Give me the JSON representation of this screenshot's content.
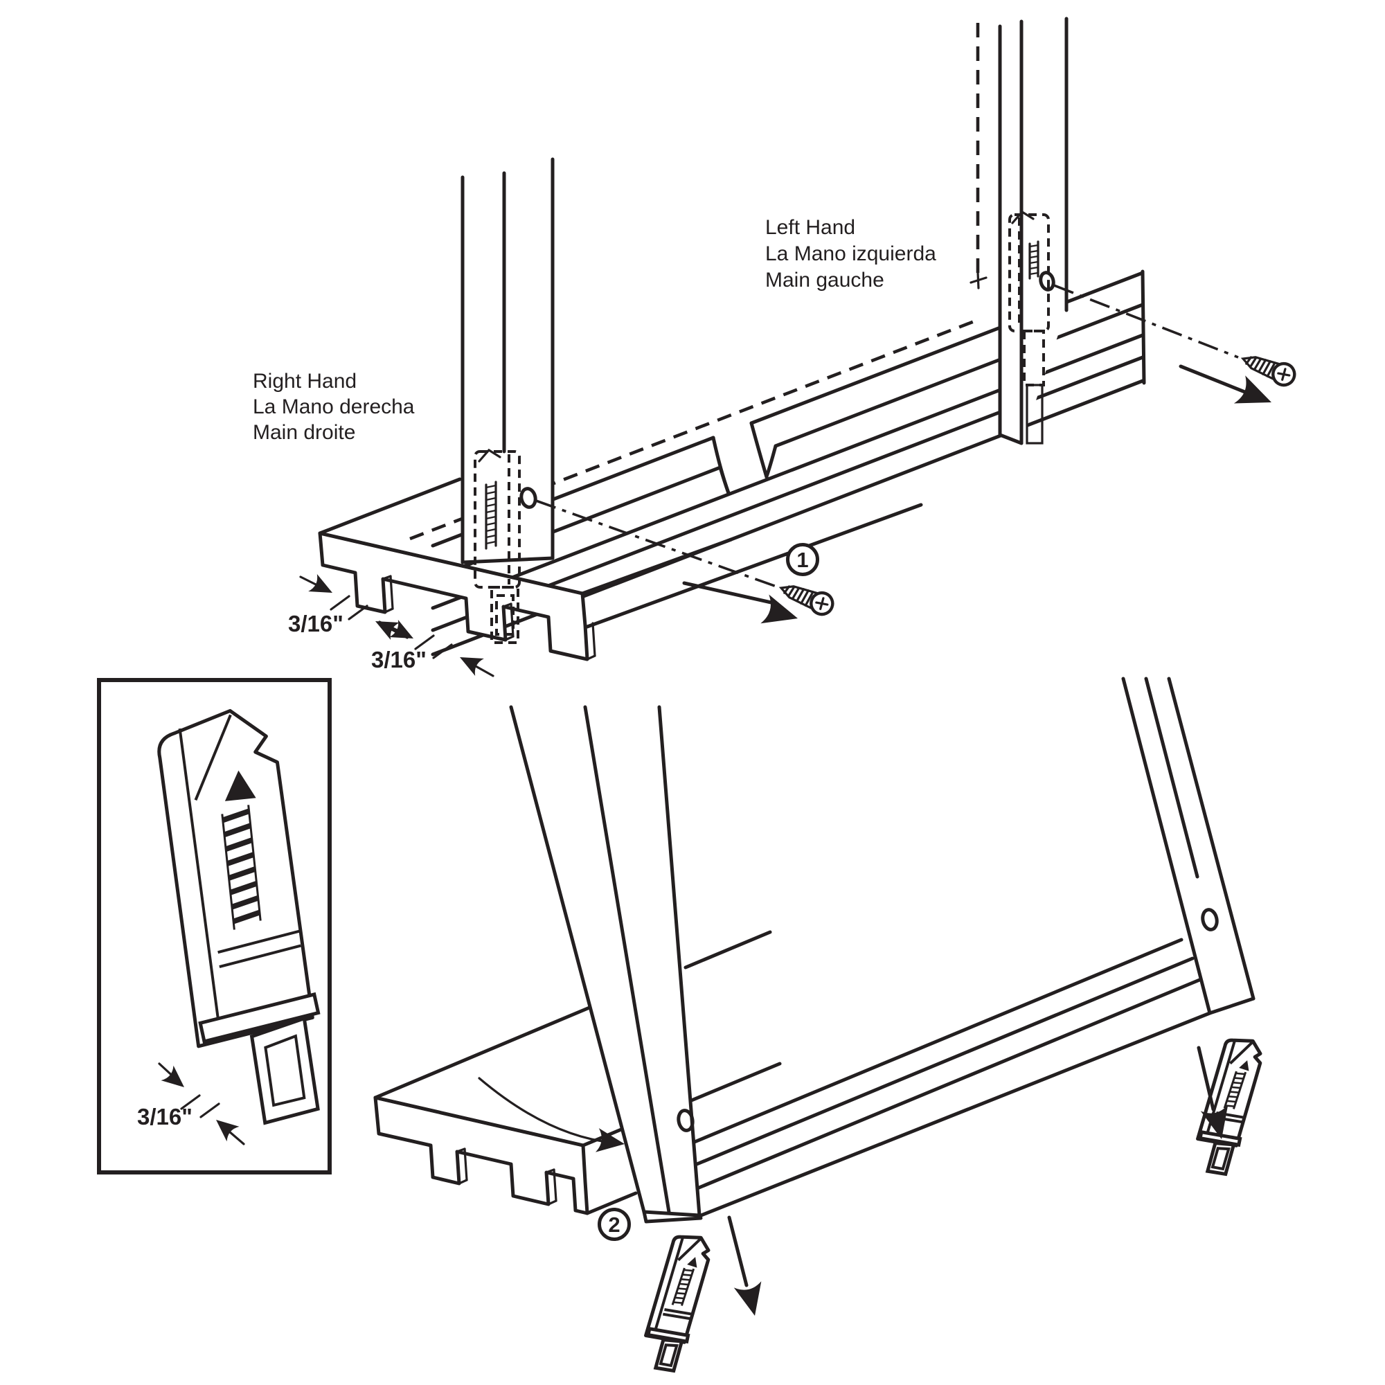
{
  "diagram": {
    "title_semantic": "screen-frame latch installation diagram",
    "colors": {
      "background": "#ffffff",
      "line": "#231f20"
    },
    "labels": {
      "left_hand": {
        "line1": "Left Hand",
        "line2": "La Mano izquierda",
        "line3": "Main gauche"
      },
      "right_hand": {
        "line1": "Right Hand",
        "line2": "La Mano derecha",
        "line3": "Main droite"
      }
    },
    "dimensions": {
      "track_gap_1": "3/16\"",
      "track_gap_2": "3/16\"",
      "inset_gap": "3/16\""
    },
    "steps": {
      "step1": "1",
      "step2": "2"
    },
    "icons": {
      "screw": "phillips-pan-head-screw",
      "latch": "spring-loaded-latch",
      "arrow": "direction-arrow"
    }
  }
}
